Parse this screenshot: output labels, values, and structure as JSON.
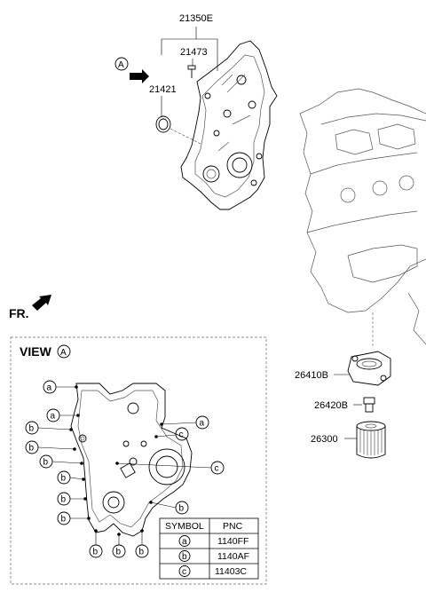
{
  "labels": {
    "p21350E": "21350E",
    "p21473": "21473",
    "p21421": "21421",
    "pA": "A",
    "fr": "FR.",
    "p26410B": "26410B",
    "p26420B": "26420B",
    "p26300": "26300"
  },
  "view": {
    "title": "VIEW",
    "circle": "A"
  },
  "symbols": {
    "a": "a",
    "b": "b",
    "c": "c"
  },
  "table": {
    "headers": [
      "SYMBOL",
      "PNC"
    ],
    "rows": [
      {
        "symbol": "a",
        "pnc": "1140FF"
      },
      {
        "symbol": "b",
        "pnc": "1140AF"
      },
      {
        "symbol": "c",
        "pnc": "11403C"
      }
    ]
  }
}
